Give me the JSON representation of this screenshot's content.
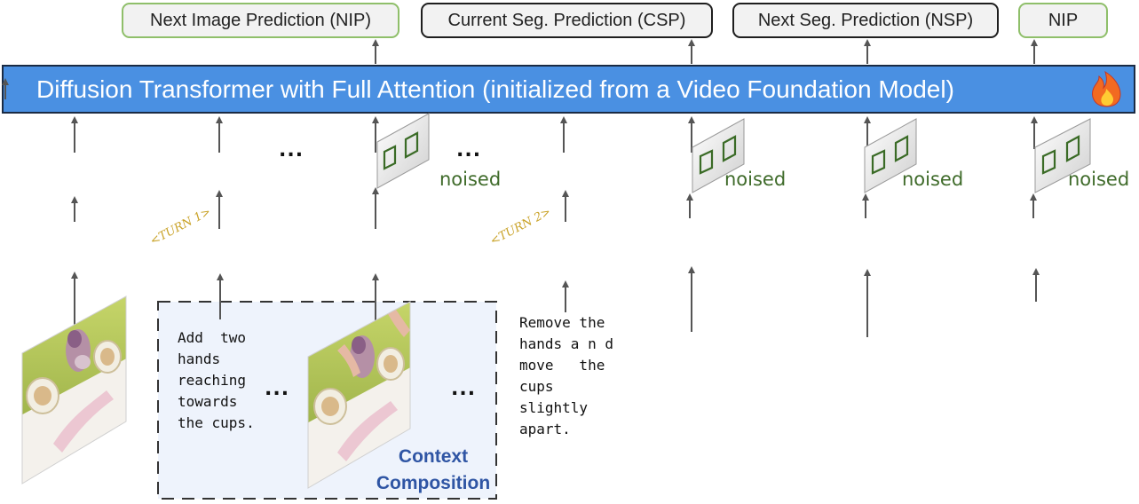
{
  "output_labels": [
    {
      "text": "Next Image Prediction (NIP)",
      "style": "green"
    },
    {
      "text": "Current Seg. Prediction (CSP)",
      "style": "black"
    },
    {
      "text": "Next Seg. Prediction (NSP)",
      "style": "black"
    },
    {
      "text": "NIP",
      "style": "green"
    }
  ],
  "model": {
    "title": "Diffusion Transformer with Full Attention (initialized from a Video Foundation Model)",
    "icon": "fire-icon"
  },
  "noised_label": "noised",
  "ellipsis": "...",
  "turns": [
    "<TURN 1>",
    "<TURN 2>"
  ],
  "instructions": {
    "turn1": "Add  two\nhands\nreaching\ntowards\nthe cups.",
    "turn2": "Remove the\nhands a n d\nmove   the\ncups\nslightly\napart."
  },
  "context_label": "Context\nComposition",
  "colors": {
    "banner": "#4a90e2",
    "noised_text": "#3f6b2a",
    "context_text": "#2f55a4",
    "turn_text": "#c9a227",
    "context_panel": "#eef3fc"
  }
}
